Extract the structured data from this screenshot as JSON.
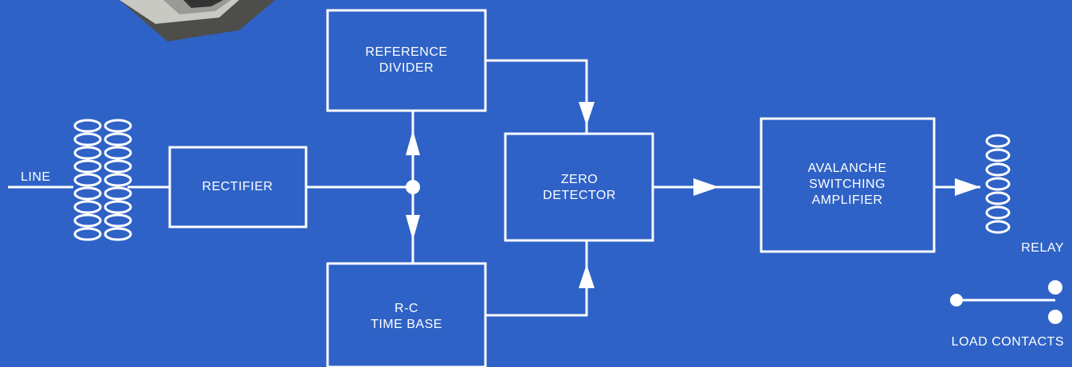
{
  "colors": {
    "background": "#2f62c6",
    "line": "#ffffff",
    "device_body": "#c9c9c4",
    "device_shadow": "#4d4d4a"
  },
  "blocks": {
    "reference_divider": {
      "line1": "REFERENCE",
      "line2": "DIVIDER"
    },
    "rectifier": {
      "line1": "RECTIFIER"
    },
    "zero_detector": {
      "line1": "ZERO",
      "line2": "DETECTOR"
    },
    "avalanche_amplifier": {
      "line1": "AVALANCHE",
      "line2": "SWITCHING",
      "line3": "AMPLIFIER"
    },
    "rc_time_base": {
      "line1": "R-C",
      "line2": "TIME BASE"
    }
  },
  "labels": {
    "line": "LINE",
    "relay": "RELAY",
    "load_contacts": "LOAD CONTACTS"
  },
  "icons": [
    "transformer-icon",
    "relay-coil-icon",
    "switch-contact-icon",
    "timer-device-photo"
  ]
}
